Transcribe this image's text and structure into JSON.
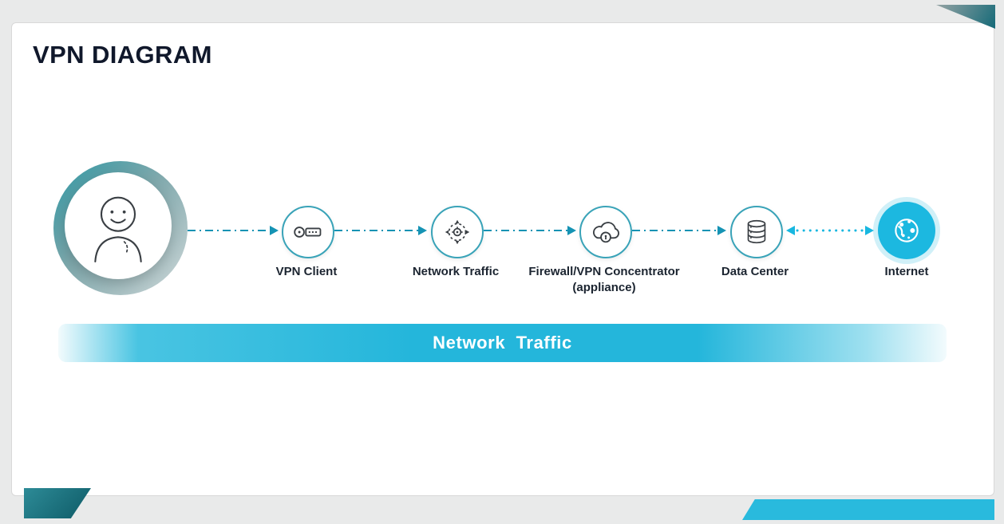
{
  "title": "VPN DIAGRAM",
  "banner": {
    "label": "Network  Traffic"
  },
  "nodes": [
    {
      "id": "user",
      "icon": "user-icon",
      "label": ""
    },
    {
      "id": "vpn-client",
      "icon": "key-icon",
      "label": "VPN Client"
    },
    {
      "id": "network-traffic",
      "icon": "traffic-dial-icon",
      "label": "Network Traffic"
    },
    {
      "id": "firewall-vpn-concentrator",
      "icon": "cloud-lock-icon",
      "label": "Firewall/VPN Concentrator (appliance)"
    },
    {
      "id": "data-center",
      "icon": "database-icon",
      "label": "Data Center"
    },
    {
      "id": "internet",
      "icon": "globe-icon",
      "label": "Internet"
    }
  ],
  "colors": {
    "accent_cyan": "#29badd",
    "arrow_teal": "#1593b4",
    "dotted_arrow_cyan": "#18b7e0",
    "internet_fill": "#1cb8e0",
    "node_border": "#39a3b8",
    "corner_dark_teal": "#156a78",
    "text_dark": "#1b2430"
  }
}
